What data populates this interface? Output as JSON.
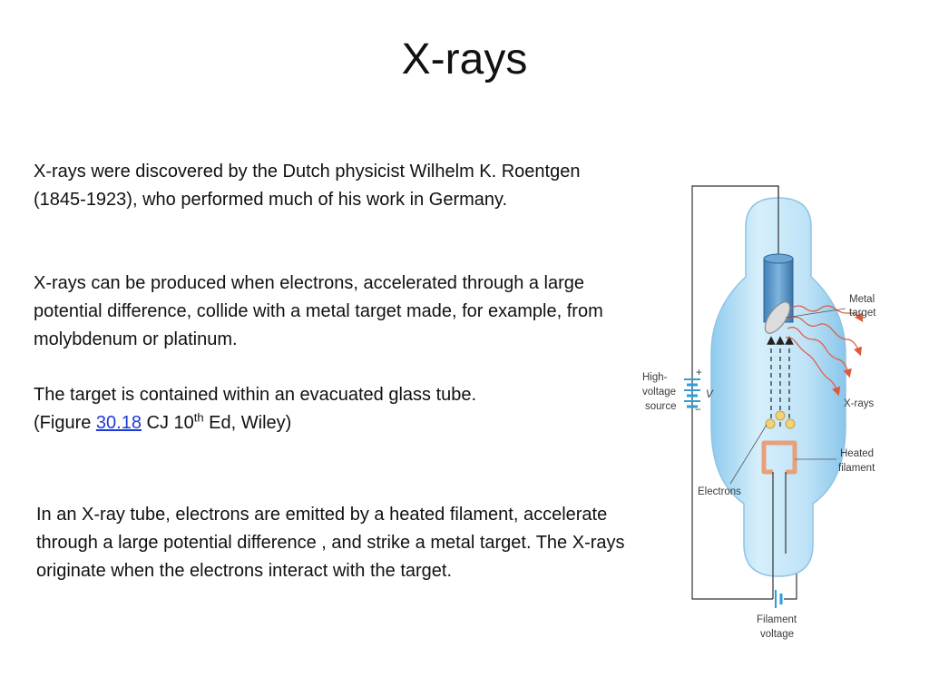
{
  "slide": {
    "title": "X-rays",
    "paragraphs": {
      "p1": "X-rays were discovered by the Dutch physicist Wilhelm K. Roentgen (1845-1923), who performed much of his work in Germany.",
      "p2": "X-rays can be produced when electrons, accelerated through a large potential difference, collide with a metal target made, for example, from molybdenum or platinum.",
      "p3_line1": "The target is contained within an evacuated glass tube.",
      "p3_prefix": "(Figure ",
      "p3_link": "30.18",
      "p3_mid": " CJ 10",
      "p3_sup": "th",
      "p3_suffix": " Ed, Wiley)",
      "p4": "In an X-ray tube, electrons are emitted by a heated filament, accelerate through a large potential difference , and strike a metal target. The X-rays originate when the electrons interact with the target."
    }
  },
  "diagram": {
    "labels": {
      "metal_target_1": "Metal",
      "metal_target_2": "target",
      "high_voltage_1": "High-",
      "high_voltage_2": "voltage",
      "high_voltage_3": "source",
      "plus": "+",
      "minus": "−",
      "voltage_symbol": "V",
      "xrays": "X-rays",
      "heated_filament_1": "Heated",
      "heated_filament_2": "filament",
      "electrons": "Electrons",
      "filament_voltage_1": "Filament",
      "filament_voltage_2": "voltage"
    },
    "colors": {
      "glass": "#bfe3f7",
      "filament": "#e8a07a",
      "xray_arrows": "#e0583a",
      "electron": "#f2d27a",
      "battery": "#2a9fd8"
    }
  }
}
